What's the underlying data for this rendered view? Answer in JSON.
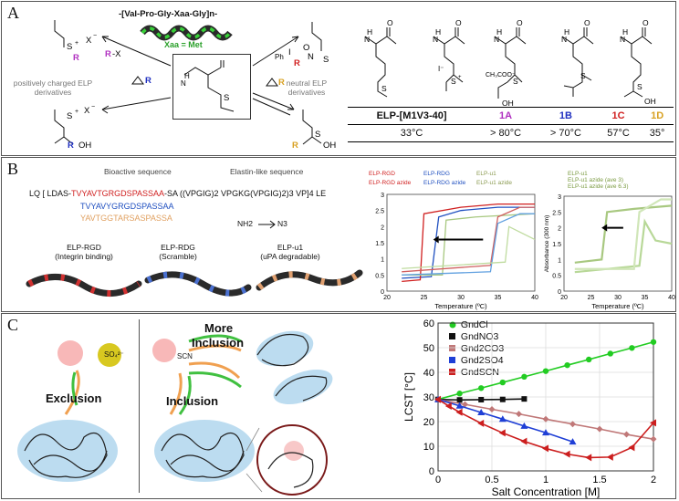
{
  "panelA": {
    "label": "A",
    "header": "-[Val-Pro-Gly-Xaa-Gly]n-",
    "xaa": "Xaa = Met",
    "left_label": "positively charged ELP derivatives",
    "right_label": "neutral ELP derivatives",
    "reagent_rx": "R-X",
    "compounds": [
      "1A",
      "1B",
      "1C",
      "1D"
    ],
    "colors": {
      "1A": "#b030c0",
      "1B": "#2030c0",
      "1C": "#d02020",
      "1D": "#d8a020"
    },
    "table": {
      "header": [
        "ELP-[M1V3-40]",
        "1A",
        "1B",
        "1C",
        "1D"
      ],
      "values": [
        "33°C",
        "> 80°C",
        "> 70°C",
        "57°C",
        "35°"
      ]
    },
    "counterions": [
      "I⁻",
      "CH₃COO⁻"
    ]
  },
  "panelB": {
    "label": "B",
    "bioactive": "Bioactive sequence",
    "elastin": "Elastin-like sequence",
    "seq1_red": "TVYAVTGRGDSPASSAA",
    "seq2_blue": "TVYAVYGRGDSPASSAA",
    "seq3_orange": "YAVTGGTARSASPASSA",
    "seq_prefix": "LQ [ LDAS-",
    "seq_suffix": "-SA ((VPGIG)2 VPGKG(VPGIG)2)3 VP]4 LE",
    "nh2": "NH2",
    "n3": "N3",
    "chains": [
      {
        "name": "ELP-RGD",
        "desc": "(Integrin binding)"
      },
      {
        "name": "ELP-RDG",
        "desc": "(Scramble)"
      },
      {
        "name": "ELP-u1",
        "desc": "(uPA degradable)"
      }
    ],
    "chart_left": {
      "legend": [
        "ELP-RGD",
        "ELP-RDG",
        "ELP-u1",
        "ELP-RGD azide",
        "ELP-RDG azide",
        "ELP-u1 azide"
      ],
      "xlabel": "Temperature (ºC)",
      "xticks": [
        "20",
        "25",
        "30",
        "35",
        "40"
      ],
      "yticks": [
        "0",
        "0.5",
        "1",
        "1.5",
        "2",
        "2.5",
        "3"
      ]
    },
    "chart_right": {
      "legend": [
        "ELP-u1",
        "ELP-u1 azide (ave 3)",
        "ELP-u1 azide (ave 6.3)"
      ],
      "ylabel": "Absorbance (300 nm)",
      "xlabel": "Temperature (ºC)",
      "xticks": [
        "20",
        "25",
        "30",
        "35",
        "40"
      ],
      "yticks": [
        "0",
        "0.5",
        "1",
        "1.5",
        "2",
        "2.5",
        "3"
      ]
    }
  },
  "panelC": {
    "label": "C",
    "exclusion": "Exclusion",
    "inclusion": "Inclusion",
    "more": "More",
    "more_inclusion": "Inclusion",
    "so4": "SO₄²⁻",
    "scn": "SCN"
  },
  "chart_data": {
    "type": "line",
    "xlabel": "Salt Concentration [M]",
    "ylabel": "LCST [°C]",
    "xlim": [
      0,
      2
    ],
    "ylim": [
      0,
      60
    ],
    "xticks": [
      0,
      0.5,
      1,
      1.5,
      2
    ],
    "yticks": [
      0,
      10,
      20,
      30,
      40,
      50,
      60
    ],
    "grid": true,
    "legend_position": "top-left",
    "series": [
      {
        "name": "GndCl",
        "color": "#22cc22",
        "marker": "circle",
        "x": [
          0,
          0.2,
          0.4,
          0.6,
          0.8,
          1.0,
          1.2,
          1.4,
          1.6,
          1.8,
          2.0
        ],
        "y": [
          29,
          31.4,
          33.6,
          35.9,
          38.2,
          40.5,
          42.9,
          45.2,
          47.6,
          49.9,
          52.3
        ]
      },
      {
        "name": "GndNO3",
        "color": "#111111",
        "marker": "square",
        "x": [
          0,
          0.2,
          0.4,
          0.6,
          0.8
        ],
        "y": [
          29,
          28.8,
          28.9,
          29.0,
          29.2
        ]
      },
      {
        "name": "Gnd2CO3",
        "color": "#c07878",
        "marker": "diamond",
        "x": [
          0,
          0.25,
          0.5,
          0.75,
          1.0,
          1.25,
          1.5,
          1.75,
          2.0
        ],
        "y": [
          29,
          27,
          25,
          23.1,
          21,
          19,
          17,
          14.8,
          12.9
        ]
      },
      {
        "name": "Gnd2SO4",
        "color": "#1f3fd6",
        "marker": "triangle-up",
        "x": [
          0,
          0.2,
          0.4,
          0.6,
          0.8,
          1.0,
          1.25
        ],
        "y": [
          29,
          26.4,
          23.7,
          21,
          18.2,
          15.5,
          11.8
        ]
      },
      {
        "name": "GndSCN",
        "color": "#cc1e1e",
        "marker": "triangle-left",
        "x": [
          0,
          0.1,
          0.2,
          0.4,
          0.6,
          0.8,
          1.0,
          1.2,
          1.4,
          1.6,
          1.8,
          2.0
        ],
        "y": [
          29,
          26.3,
          23.8,
          19.3,
          15.4,
          12,
          9.1,
          6.8,
          5.4,
          5.6,
          9.5,
          19.5
        ]
      }
    ]
  }
}
